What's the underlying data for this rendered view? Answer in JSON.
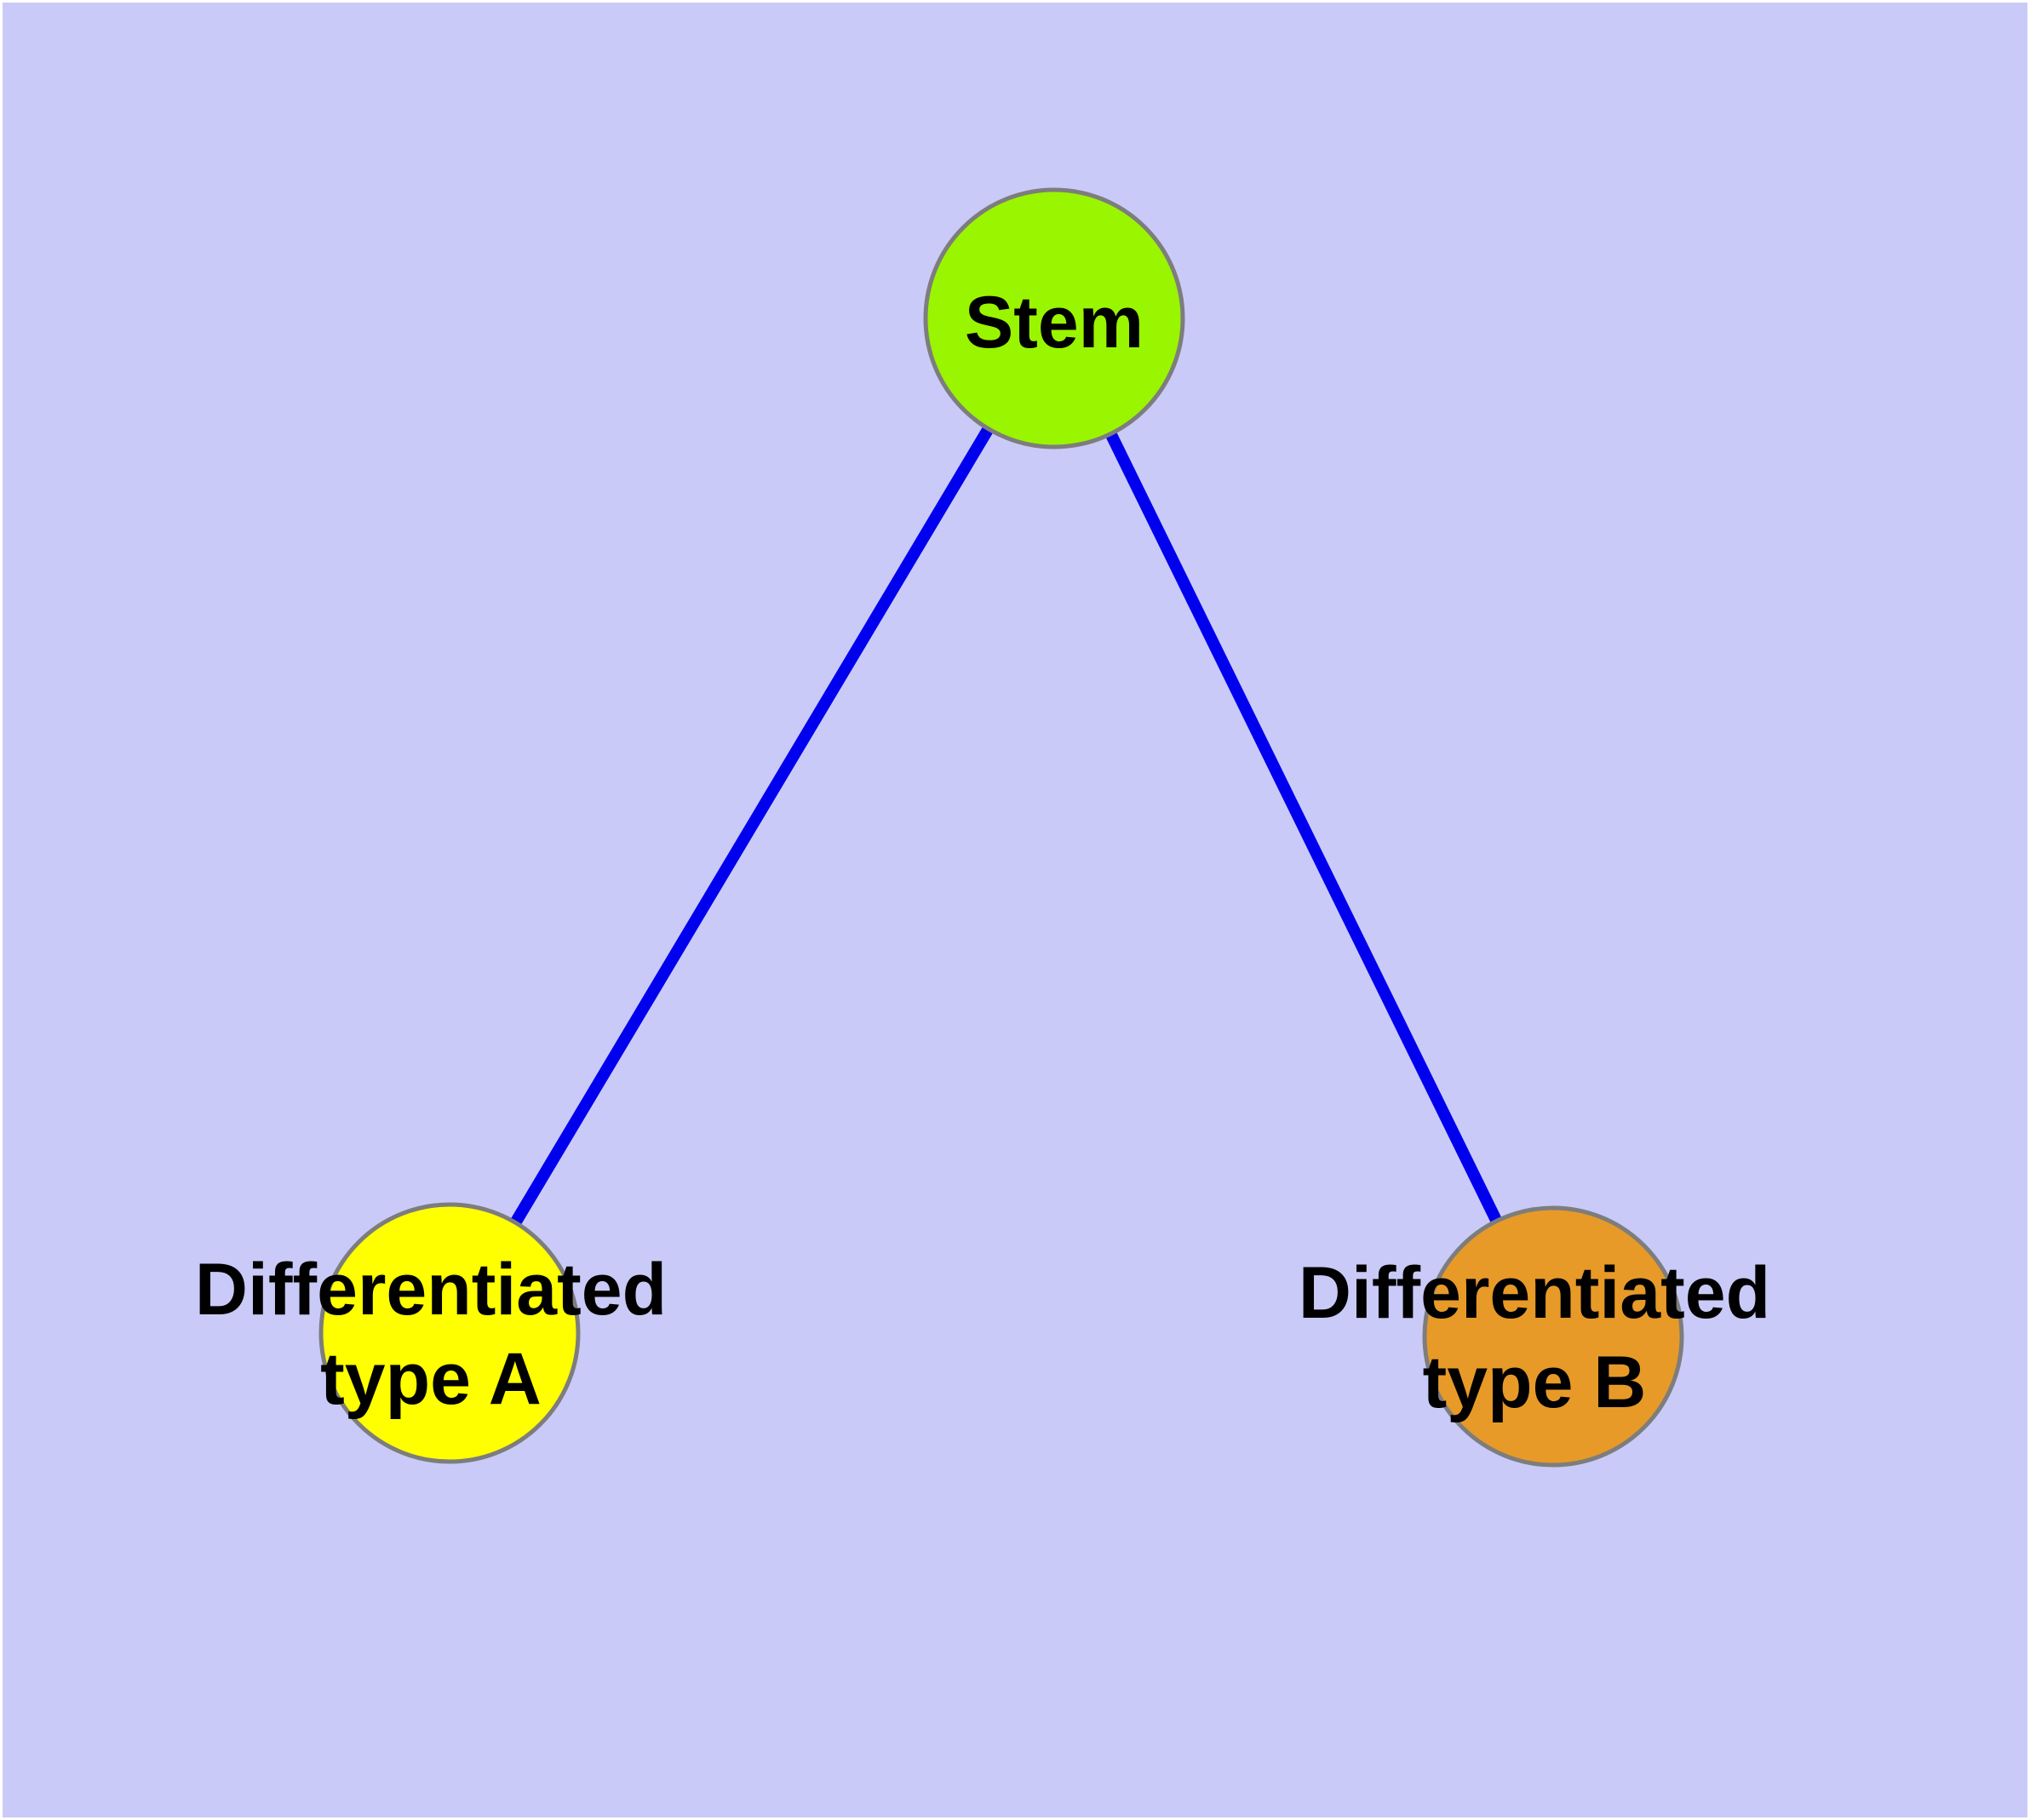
{
  "diagram": {
    "type": "graph",
    "colors": {
      "background": "#CACAF8",
      "frame": "#FFFFFF",
      "edge": "#0000EE",
      "node_border": "#7D7D7D",
      "label_text": "#000000"
    },
    "nodes": [
      {
        "id": "stem",
        "label": "Stem",
        "fill": "#9AF500"
      },
      {
        "id": "type-a",
        "label_line1": "Differentiated",
        "label_line2": "type A",
        "fill": "#FFFF00"
      },
      {
        "id": "type-b",
        "label_line1": "Differentiated",
        "label_line2": "type B",
        "fill": "#E79A28"
      }
    ],
    "edges": [
      {
        "from": "stem",
        "to": "type-a"
      },
      {
        "from": "stem",
        "to": "type-b"
      }
    ]
  }
}
